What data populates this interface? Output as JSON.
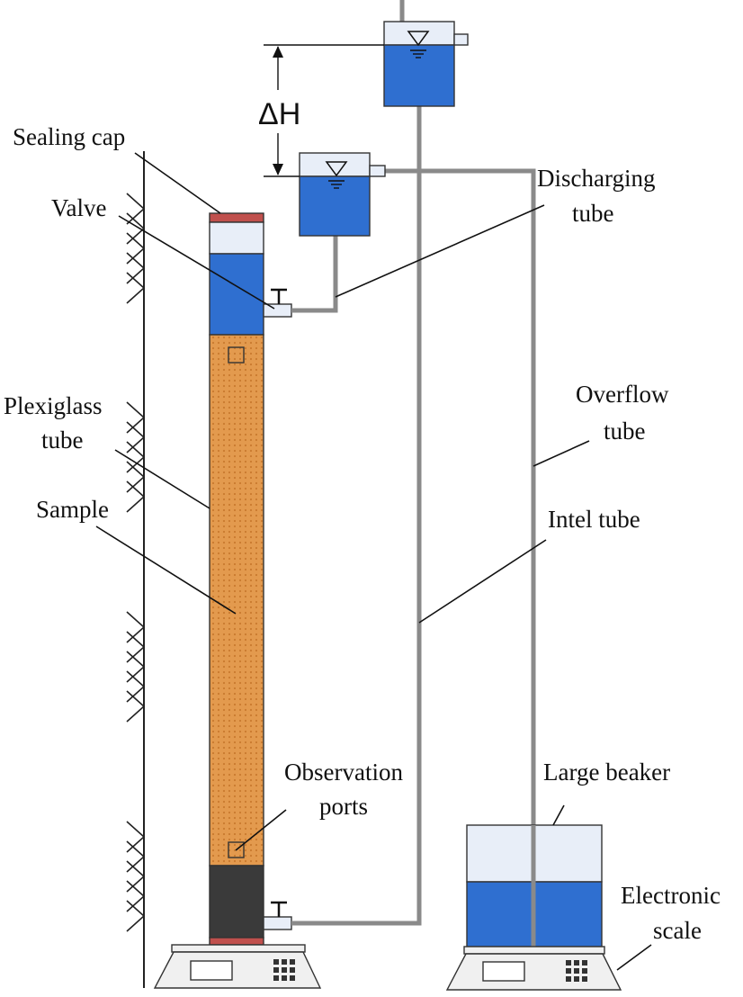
{
  "labels": {
    "sealing_cap": "Sealing cap",
    "valve": "Valve",
    "plexiglass_tube_1": "Plexiglass",
    "plexiglass_tube_2": "tube",
    "sample": "Sample",
    "observation_ports_1": "Observation",
    "observation_ports_2": "ports",
    "delta_h": "ΔH",
    "discharging_tube_1": "Discharging",
    "discharging_tube_2": "tube",
    "overflow_tube_1": "Overflow",
    "overflow_tube_2": "tube",
    "inlet_tube": "Intel tube",
    "large_beaker": "Large beaker",
    "electronic_scale_1": "Electronic",
    "electronic_scale_2": "scale"
  },
  "colors": {
    "water": "#2f6fd0",
    "air": "#e8eef8",
    "sample": "#e39a4e",
    "seal": "#c0504d",
    "bottom_block": "#3a3a3a",
    "tube_gray": "#8a8a8a",
    "scale_face": "#f0f0f0"
  }
}
